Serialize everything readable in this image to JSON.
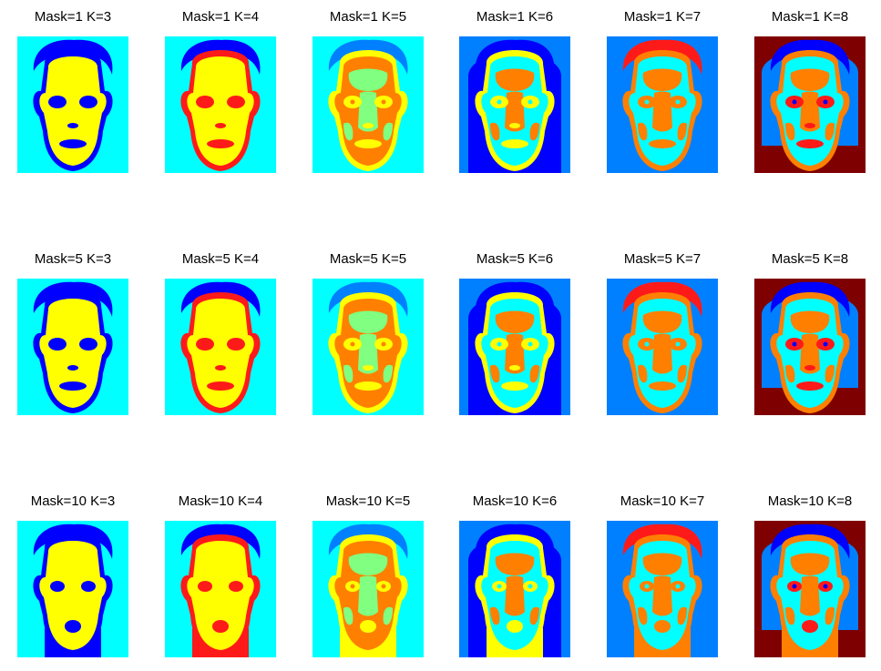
{
  "figure": {
    "rows": [
      {
        "mask": 1,
        "titles": [
          "Mask=1  K=3",
          "Mask=1  K=4",
          "Mask=1  K=5",
          "Mask=1  K=6",
          "Mask=1  K=7",
          "Mask=1  K=8"
        ]
      },
      {
        "mask": 5,
        "titles": [
          "Mask=5  K=3",
          "Mask=5  K=4",
          "Mask=5  K=5",
          "Mask=5  K=6",
          "Mask=5  K=7",
          "Mask=5  K=8"
        ]
      },
      {
        "mask": 10,
        "titles": [
          "Mask=10  K=3",
          "Mask=10  K=4",
          "Mask=10  K=5",
          "Mask=10  K=6",
          "Mask=10  K=7",
          "Mask=10  K=8"
        ]
      }
    ],
    "k_values": [
      3,
      4,
      5,
      6,
      7,
      8
    ],
    "colors": {
      "dark_red": "#7f0000",
      "red": "#ff1a1a",
      "orange": "#ff8000",
      "yellow": "#ffff00",
      "light_green": "#80ff80",
      "cyan": "#00ffff",
      "light_blue": "#0080ff",
      "blue": "#0000ff"
    }
  }
}
